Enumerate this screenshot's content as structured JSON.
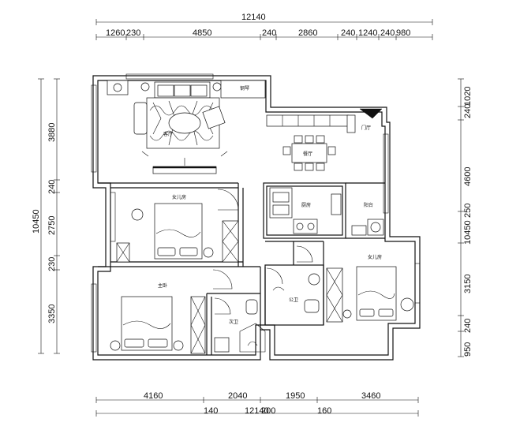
{
  "dimensions": {
    "top_total": "12140",
    "top_segments": [
      "1260",
      "230",
      "4850",
      "240",
      "2860",
      "240",
      "1240",
      "240",
      "980"
    ],
    "bottom_segments": [
      "4160",
      "2040",
      "1950",
      "3460"
    ],
    "bottom_small": [
      "140",
      "12140",
      "200",
      "160"
    ],
    "left_total": "10450",
    "left_segments": [
      "3880",
      "240",
      "2750",
      "230",
      "3350"
    ],
    "right_segments": [
      "1020",
      "240",
      "4600",
      "250",
      "10450",
      "3150",
      "240",
      "950"
    ]
  },
  "rooms": {
    "living": "客厅",
    "piano": "钢琴",
    "dining": "餐厅",
    "entry": "门厅",
    "girl_room_1": "女儿房",
    "kitchen": "厨房",
    "balcony": "阳台",
    "girl_room_2": "女儿房",
    "master": "主卧",
    "public_bath": "公卫",
    "second_bath": "次卫"
  },
  "colors": {
    "line": "#111111",
    "background": "#ffffff"
  }
}
